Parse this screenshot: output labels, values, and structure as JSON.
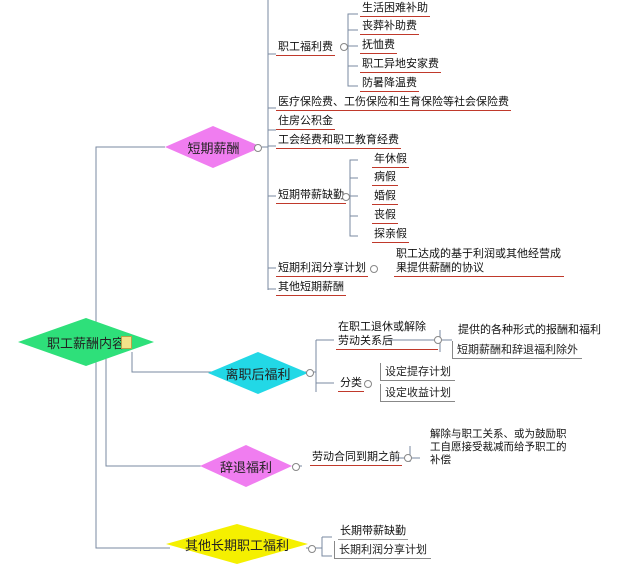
{
  "colors": {
    "root": "#2ee07a",
    "short_term": "#f07df0",
    "post_employment": "#22d8e6",
    "termination": "#f07df0",
    "other_long_term": "#f5f000",
    "underline": "#c0392b",
    "connector": "#7a8aa0"
  },
  "root": {
    "label": "职工薪酬内容",
    "icon": "note-icon"
  },
  "short_term": {
    "label": "短期薪酬",
    "welfare": {
      "label": "职工福利费",
      "items": [
        "生活困难补助",
        "丧葬补助费",
        "抚恤费",
        "职工异地安家费",
        "防暑降温费"
      ]
    },
    "social_insurance": "医疗保险费、工伤保险和生育保险等社会保险费",
    "housing_fund": "住房公积金",
    "union_fund": "工会经费和职工教育经费",
    "absence": {
      "label": "短期带薪缺勤",
      "items": [
        "年休假",
        "病假",
        "婚假",
        "丧假",
        "探亲假"
      ]
    },
    "profit_sharing": {
      "label": "短期利润分享计划",
      "detail": "职工达成的基于利润或其他经营成果提供薪酬的协议"
    },
    "other": "其他短期薪酬"
  },
  "post_employment": {
    "label": "离职后福利",
    "definition": {
      "label": "在职工退休或解除劳动关系后",
      "items": [
        "提供的各种形式的报酬和福利",
        "短期薪酬和辞退福利除外"
      ]
    },
    "classification": {
      "label": "分类",
      "items": [
        "设定提存计划",
        "设定收益计划"
      ]
    }
  },
  "termination": {
    "label": "辞退福利",
    "condition": "劳动合同到期之前",
    "detail": "解除与职工关系、或为鼓励职工自愿接受裁减而给予职工的补偿"
  },
  "other_long_term": {
    "label": "其他长期职工福利",
    "items": [
      "长期带薪缺勤",
      "长期利润分享计划"
    ]
  }
}
